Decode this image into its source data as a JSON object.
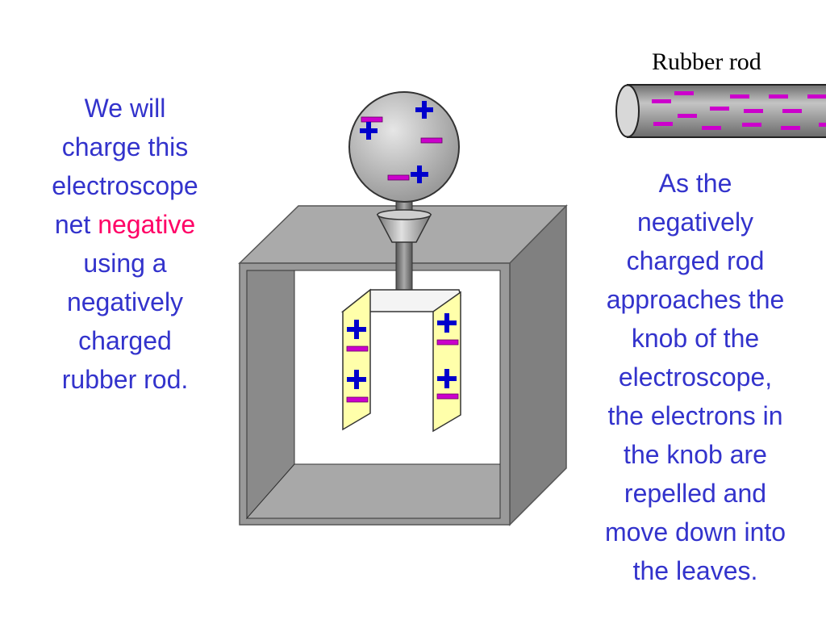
{
  "left_text": {
    "line1": "We will",
    "line2": "charge this",
    "line3": "electroscope",
    "line4_prefix": "net ",
    "line4_highlight": "negative",
    "line5": "using a",
    "line6": "negatively",
    "line7": "charged",
    "line8": "rubber rod."
  },
  "right_text": {
    "lines": [
      "As the",
      "negatively",
      "charged rod",
      "approaches the",
      "knob of the",
      "electroscope,",
      "the electrons in",
      "the knob are",
      "repelled and",
      "move down into",
      "the leaves."
    ]
  },
  "rod_label": "Rubber rod",
  "colors": {
    "text": "#3333cc",
    "highlight": "#ff0066",
    "positive": "#0000cc",
    "negative": "#cc00cc",
    "leaf": "#ffffaa",
    "box": "#999999",
    "rod": "#888888"
  },
  "charge_symbols": {
    "positive": "plus-sign",
    "negative": "minus-sign"
  }
}
